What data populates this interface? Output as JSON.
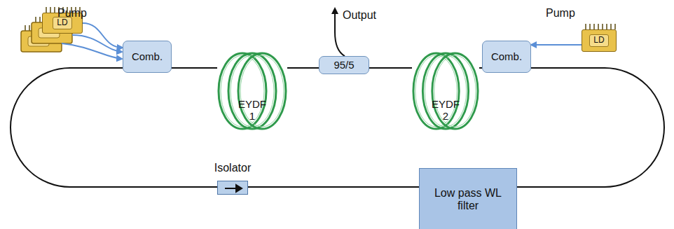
{
  "diagram": {
    "nodes": [
      {
        "text": [
          "LD"
        ]
      },
      {
        "text": [
          "Comb."
        ]
      },
      {
        "text": [
          "95/5"
        ]
      },
      {
        "text": [
          "Comb."
        ]
      },
      {
        "text": [
          "LD"
        ]
      },
      {
        "text": [
          "EYDF 1"
        ]
      },
      {
        "text": [
          "EYDF 2"
        ]
      },
      {
        "text": [
          "Isolator"
        ]
      },
      {
        "text": [
          "Low pass WL filter"
        ]
      }
    ],
    "edges": [
      {
        "from": 0,
        "to": 1,
        "arrow": "to"
      },
      {
        "from": 4,
        "to": 3,
        "arrow": "to"
      },
      {
        "from": 1,
        "to": 5,
        "arrow": "none"
      },
      {
        "from": 5,
        "to": 2,
        "arrow": "none"
      },
      {
        "from": 2,
        "to": 6,
        "arrow": "none"
      },
      {
        "from": 6,
        "to": 3,
        "arrow": "none"
      },
      {
        "from": 3,
        "to": 8,
        "arrow": "none"
      },
      {
        "from": 8,
        "to": 7,
        "arrow": "none"
      },
      {
        "from": 7,
        "to": 1,
        "arrow": "none"
      }
    ],
    "labels": [
      "Pump",
      "Output",
      "Pump"
    ]
  }
}
